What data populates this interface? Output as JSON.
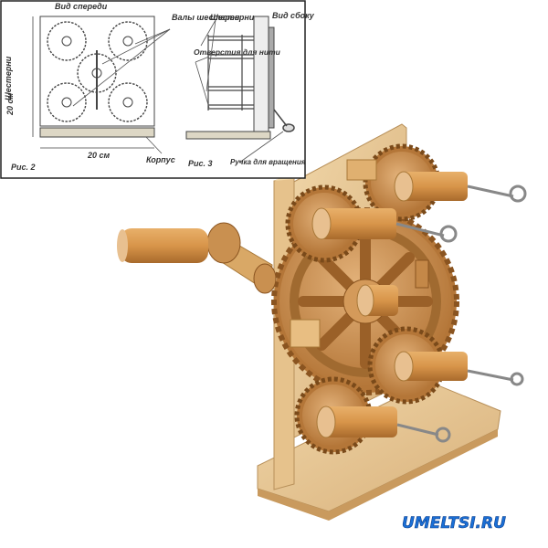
{
  "sketch": {
    "front_view_label": "Вид спереди",
    "gear_shafts_label": "Валы шестерен",
    "gears_label": "Шестерни",
    "side_view_label": "Вид сбоку",
    "thread_holes_label": "Отверстия для нити",
    "gears_vertical_label": "Шестерни",
    "height_dim_label": "20 см",
    "width_dim_label": "20 см",
    "body_label": "Корпус",
    "crank_label": "Ручка для вращения",
    "fig2_label": "Рис. 2",
    "fig3_label": "Рис. 3"
  },
  "watermark": {
    "text": "UMELTSI.RU",
    "color": "#1a6fd6"
  },
  "colors": {
    "wood_light": "#e8c896",
    "wood_mid": "#d9a866",
    "wood_dark": "#b87c3c",
    "sketch_line": "#444444"
  }
}
